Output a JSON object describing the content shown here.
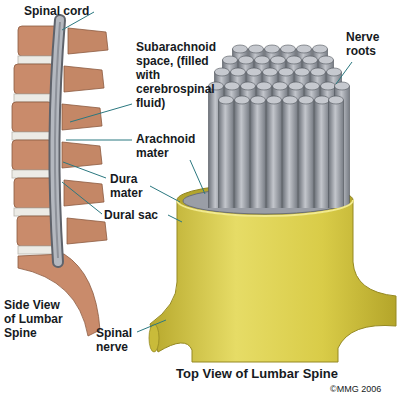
{
  "diagram": {
    "labels": [
      "Spinal cord",
      "Subarachnoid space, (filled with cerebrospinal fluid)",
      "Arachnoid mater",
      "Dura mater",
      "Dural sac",
      "Nerve roots",
      "Side View of Lumbar Spine",
      "Spinal nerve",
      "Top View of Lumbar Spine",
      "©MMG 2006"
    ]
  }
}
